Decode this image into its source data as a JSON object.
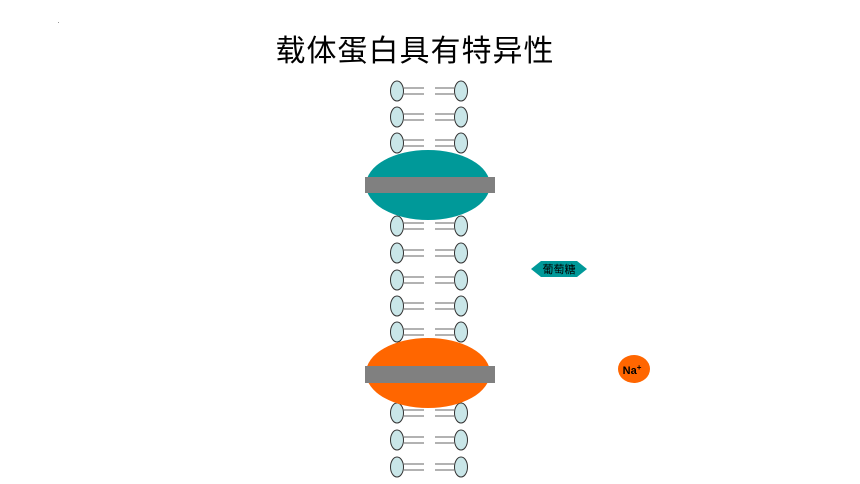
{
  "slide": {
    "title": "载体蛋白具有特异性"
  },
  "labels": {
    "glucose": "葡萄糖",
    "sodium": "Na",
    "sodium_charge": "+"
  },
  "colors": {
    "phospholipid_head": "#c9e6e8",
    "glucose_carrier": "#009999",
    "sodium_carrier": "#ff6600",
    "channel_bar": "#808080",
    "glucose_molecule": "#009999",
    "sodium_ion": "#ff6600"
  }
}
